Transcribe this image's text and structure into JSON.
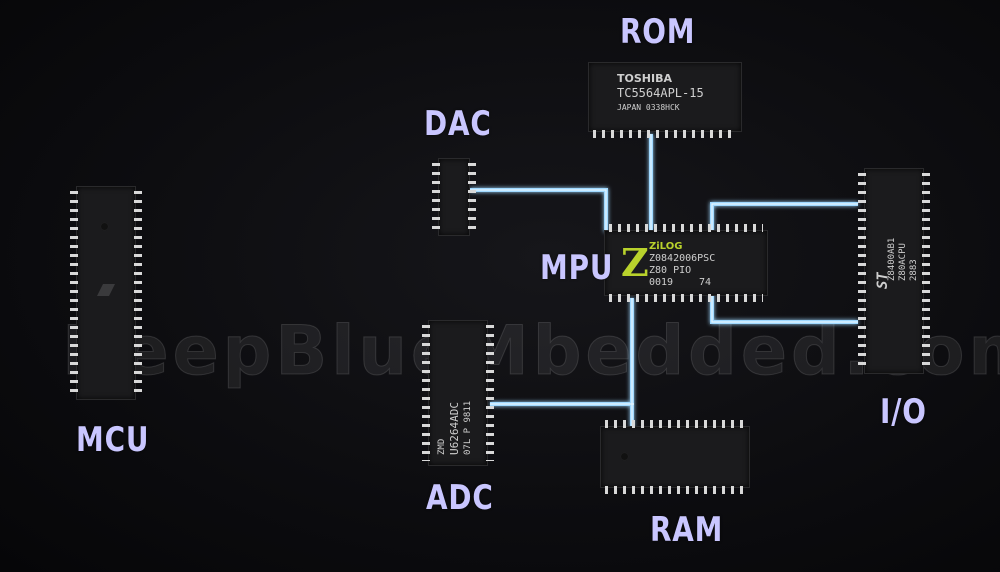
{
  "labels": {
    "rom": "ROM",
    "dac": "DAC",
    "mpu": "MPU",
    "mcu": "MCU",
    "io": "I/O",
    "adc": "ADC",
    "ram": "RAM"
  },
  "rom_chip": {
    "brand": "TOSHIBA",
    "part": "TC5564APL-15",
    "lot": "JAPAN 0338HCK"
  },
  "mpu_chip": {
    "logo_letter": "Z",
    "brand": "ZiLOG",
    "part": "Z0842006PSC",
    "model": "Z80 PIO",
    "date": "0019",
    "extra": "74"
  },
  "adc_chip": {
    "brand": "ZMD",
    "part": "U6264ADC",
    "lot": "07L P 9811"
  },
  "io_chip": {
    "logo": "ST",
    "line1": "Z8400AB1",
    "line2": "Z80ACPU",
    "line3": "2883"
  },
  "watermark": "DeepBlueMbedded.com",
  "colors": {
    "label": "#c9c6ff",
    "wire": "#9fd8ff",
    "background": "#0b0b0d"
  }
}
